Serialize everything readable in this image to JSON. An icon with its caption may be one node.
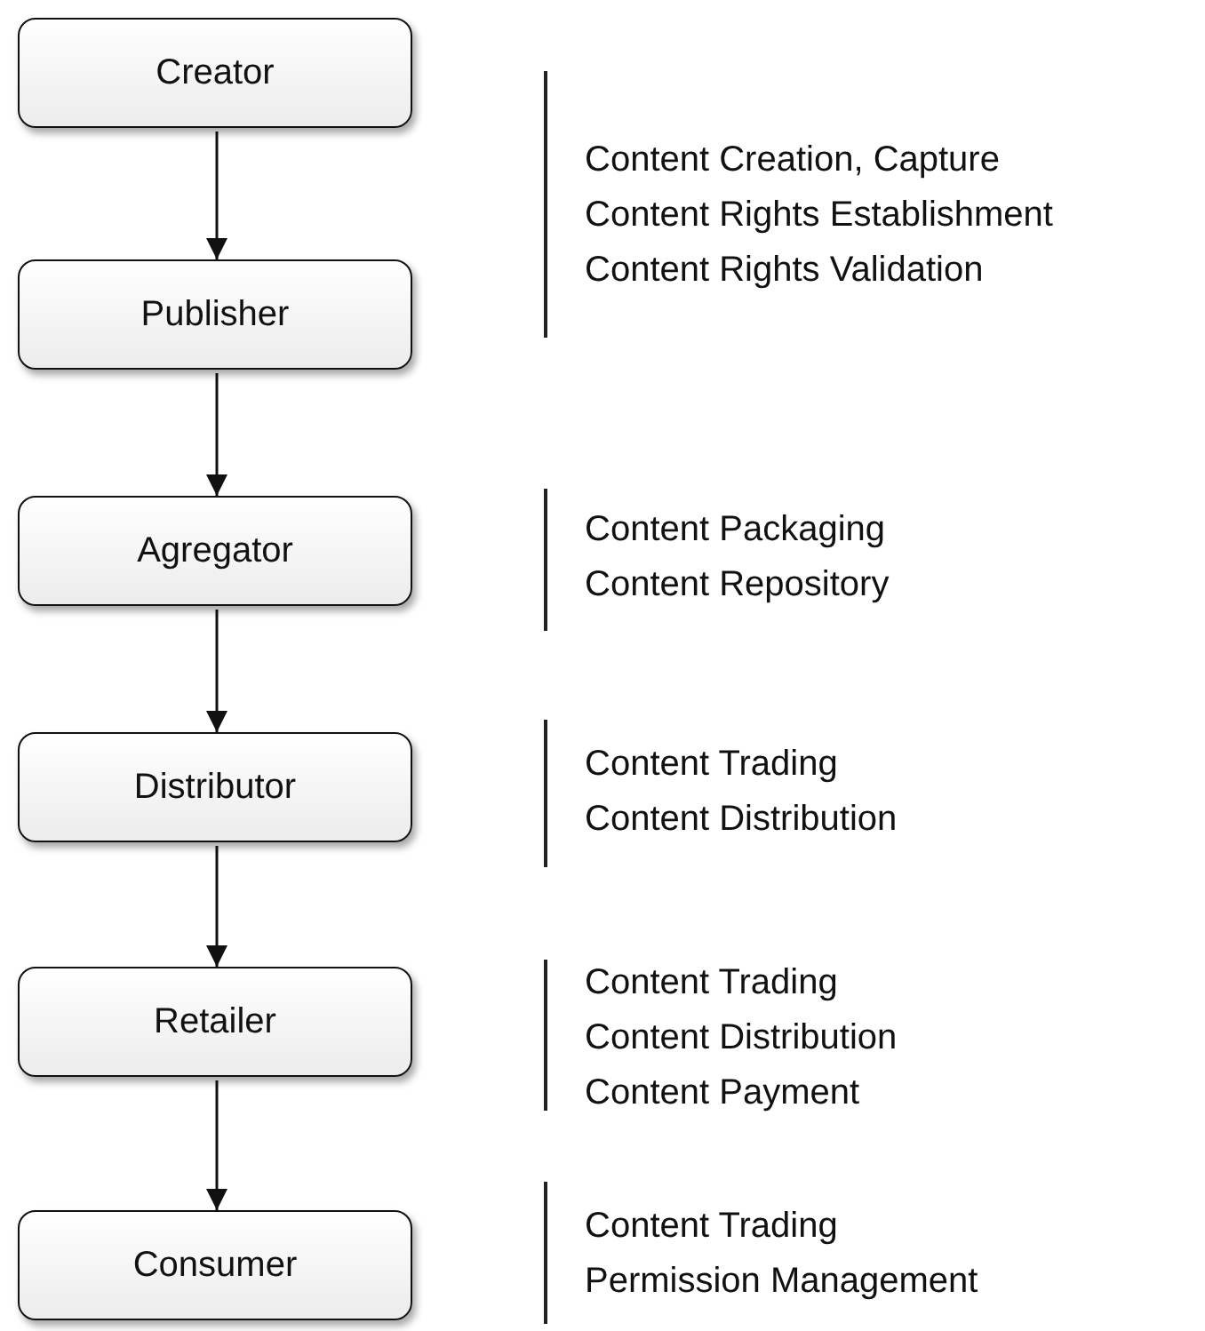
{
  "diagram": {
    "nodes": [
      {
        "text": [
          "Creator"
        ]
      },
      {
        "text": [
          "Publisher"
        ]
      },
      {
        "text": [
          "Agregator"
        ]
      },
      {
        "text": [
          "Distributor"
        ]
      },
      {
        "text": [
          "Retailer"
        ]
      },
      {
        "text": [
          "Consumer"
        ]
      }
    ],
    "edges": [
      {
        "from": 0,
        "to": 1,
        "arrow": "to"
      },
      {
        "from": 1,
        "to": 2,
        "arrow": "to"
      },
      {
        "from": 2,
        "to": 3,
        "arrow": "to"
      },
      {
        "from": 3,
        "to": 4,
        "arrow": "to"
      },
      {
        "from": 4,
        "to": 5,
        "arrow": "to"
      }
    ],
    "labels": [
      "Content Creation, Capture",
      "Content Rights Establishment",
      "Content Rights Validation",
      "Content Packaging",
      "Content Repository",
      "Content Trading",
      "Content Distribution",
      "Content Trading",
      "Content Distribution",
      "Content Payment",
      "Content Trading",
      "Permission Management"
    ]
  }
}
